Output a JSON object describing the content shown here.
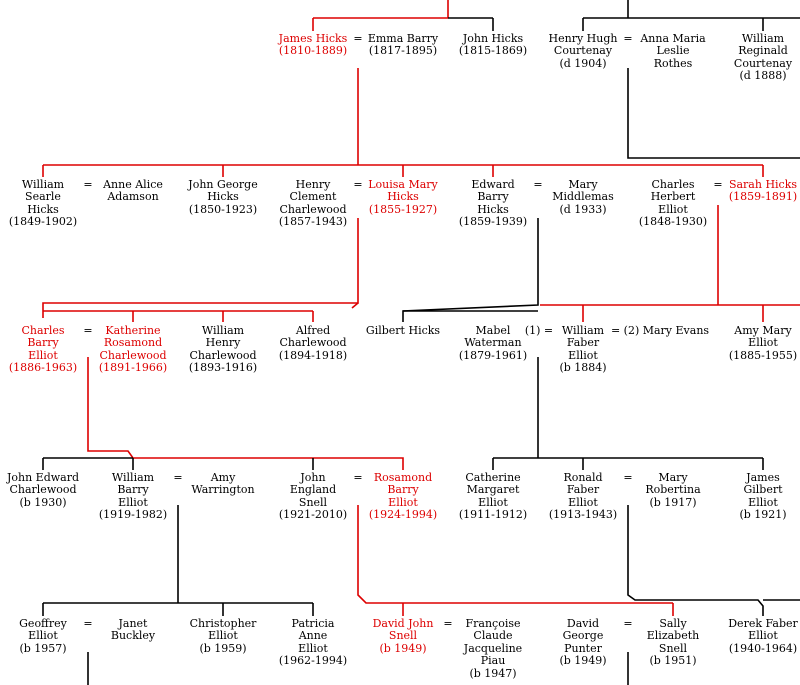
{
  "colors": {
    "ancestor_line": "#dd0000",
    "normal_line": "#000000",
    "ancestor_text": "#dd0000"
  },
  "people": [
    {
      "id": "james-hicks",
      "red": true,
      "lines": [
        "James Hicks",
        "(1810-1889)"
      ]
    },
    {
      "id": "emma-barry",
      "red": false,
      "lines": [
        "Emma Barry",
        "(1817-1895)"
      ]
    },
    {
      "id": "john-hicks",
      "red": false,
      "lines": [
        "John Hicks",
        "(1815-1869)"
      ]
    },
    {
      "id": "henry-hugh-courtenay",
      "red": false,
      "lines": [
        "Henry Hugh",
        "Courtenay",
        "(d 1904)"
      ]
    },
    {
      "id": "anna-maria-leslie-rothes",
      "red": false,
      "lines": [
        "Anna Maria",
        "Leslie",
        "Rothes"
      ]
    },
    {
      "id": "william-reginald-courtenay",
      "red": false,
      "lines": [
        "William",
        "Reginald",
        "Courtenay",
        "(d 1888)"
      ]
    },
    {
      "id": "william-searle-hicks",
      "red": false,
      "lines": [
        "William",
        "Searle",
        "Hicks",
        "(1849-1902)"
      ]
    },
    {
      "id": "anne-alice-adamson",
      "red": false,
      "lines": [
        "Anne Alice",
        "Adamson"
      ]
    },
    {
      "id": "john-george-hicks",
      "red": false,
      "lines": [
        "John George",
        "Hicks",
        "(1850-1923)"
      ]
    },
    {
      "id": "henry-clement-charlewood",
      "red": false,
      "lines": [
        "Henry",
        "Clement",
        "Charlewood",
        "(1857-1943)"
      ]
    },
    {
      "id": "louisa-mary-hicks",
      "red": true,
      "lines": [
        "Louisa Mary",
        "Hicks",
        "(1855-1927)"
      ]
    },
    {
      "id": "edward-barry-hicks",
      "red": false,
      "lines": [
        "Edward",
        "Barry",
        "Hicks",
        "(1859-1939)"
      ]
    },
    {
      "id": "mary-middlemas",
      "red": false,
      "lines": [
        "Mary",
        "Middlemas",
        "(d 1933)"
      ]
    },
    {
      "id": "charles-herbert-elliot",
      "red": false,
      "lines": [
        "Charles",
        "Herbert",
        "Elliot",
        "(1848-1930)"
      ]
    },
    {
      "id": "sarah-hicks",
      "red": true,
      "lines": [
        "Sarah Hicks",
        "(1859-1891)"
      ]
    },
    {
      "id": "charles-barry-elliot",
      "red": true,
      "lines": [
        "Charles",
        "Barry",
        "Elliot",
        "(1886-1963)"
      ]
    },
    {
      "id": "katherine-rosamond-charlewood",
      "red": true,
      "lines": [
        "Katherine",
        "Rosamond",
        "Charlewood",
        "(1891-1966)"
      ]
    },
    {
      "id": "william-henry-charlewood",
      "red": false,
      "lines": [
        "William",
        "Henry",
        "Charlewood",
        "(1893-1916)"
      ]
    },
    {
      "id": "alfred-charlewood",
      "red": false,
      "lines": [
        "Alfred",
        "Charlewood",
        "(1894-1918)"
      ]
    },
    {
      "id": "gilbert-hicks",
      "red": false,
      "lines": [
        "Gilbert Hicks"
      ]
    },
    {
      "id": "mabel-waterman",
      "red": false,
      "lines": [
        "Mabel",
        "Waterman",
        "(1879-1961)"
      ]
    },
    {
      "id": "william-faber-elliot",
      "red": false,
      "lines": [
        "William",
        "Faber",
        "Elliot",
        "(b 1884)"
      ]
    },
    {
      "id": "amy-mary-elliot",
      "red": false,
      "lines": [
        "Amy Mary",
        "Elliot",
        "(1885-1955)"
      ]
    },
    {
      "id": "john-edward-charlewood",
      "red": false,
      "lines": [
        "John Edward",
        "Charlewood",
        "(b 1930)"
      ]
    },
    {
      "id": "william-barry-elliot",
      "red": false,
      "lines": [
        "William",
        "Barry",
        "Elliot",
        "(1919-1982)"
      ]
    },
    {
      "id": "amy-warrington",
      "red": false,
      "lines": [
        "Amy",
        "Warrington"
      ]
    },
    {
      "id": "john-england-snell",
      "red": false,
      "lines": [
        "John",
        "England",
        "Snell",
        "(1921-2010)"
      ]
    },
    {
      "id": "rosamond-barry-elliot",
      "red": true,
      "lines": [
        "Rosamond",
        "Barry",
        "Elliot",
        "(1924-1994)"
      ]
    },
    {
      "id": "catherine-margaret-elliot",
      "red": false,
      "lines": [
        "Catherine",
        "Margaret",
        "Elliot",
        "(1911-1912)"
      ]
    },
    {
      "id": "ronald-faber-elliot",
      "red": false,
      "lines": [
        "Ronald",
        "Faber",
        "Elliot",
        "(1913-1943)"
      ]
    },
    {
      "id": "mary-robertina",
      "red": false,
      "lines": [
        "Mary",
        "Robertina",
        "(b 1917)"
      ]
    },
    {
      "id": "james-gilbert-elliot",
      "red": false,
      "lines": [
        "James",
        "Gilbert",
        "Elliot",
        "(b 1921)"
      ]
    },
    {
      "id": "geoffrey-elliot",
      "red": false,
      "lines": [
        "Geoffrey",
        "Elliot",
        "(b 1957)"
      ]
    },
    {
      "id": "janet-buckley",
      "red": false,
      "lines": [
        "Janet",
        "Buckley"
      ]
    },
    {
      "id": "christopher-elliot",
      "red": false,
      "lines": [
        "Christopher",
        "Elliot",
        "(b 1959)"
      ]
    },
    {
      "id": "patricia-anne-elliot",
      "red": false,
      "lines": [
        "Patricia",
        "Anne",
        "Elliot",
        "(1962-1994)"
      ]
    },
    {
      "id": "david-john-snell",
      "red": true,
      "lines": [
        "David John",
        "Snell",
        "(b 1949)"
      ]
    },
    {
      "id": "francoise-claude-jacqueline-piau",
      "red": false,
      "lines": [
        "Françoise",
        "Claude",
        "Jacqueline",
        "Piau",
        "(b 1947)"
      ]
    },
    {
      "id": "david-george-punter",
      "red": false,
      "lines": [
        "David",
        "George",
        "Punter",
        "(b 1949)"
      ]
    },
    {
      "id": "sally-elizabeth-snell",
      "red": false,
      "lines": [
        "Sally",
        "Elizabeth",
        "Snell",
        "(b 1951)"
      ]
    },
    {
      "id": "derek-faber-elliot",
      "red": false,
      "lines": [
        "Derek Faber",
        "Elliot",
        "(1940-1964)"
      ]
    }
  ],
  "marriage_signs": [
    {
      "id": "james-emma",
      "text": "="
    },
    {
      "id": "henry-anna",
      "text": "="
    },
    {
      "id": "william-anne",
      "text": "="
    },
    {
      "id": "henry-louisa",
      "text": "="
    },
    {
      "id": "edward-mary",
      "text": "="
    },
    {
      "id": "charles-sarah",
      "text": "="
    },
    {
      "id": "charles-katherine",
      "text": "="
    },
    {
      "id": "mabel-william-1",
      "text": "(1) ="
    },
    {
      "id": "william-mary-evans-2",
      "text": "= (2) Mary Evans"
    },
    {
      "id": "william-amy",
      "text": "="
    },
    {
      "id": "john-rosamond",
      "text": "="
    },
    {
      "id": "ronald-mary",
      "text": "="
    },
    {
      "id": "geoffrey-janet",
      "text": "="
    },
    {
      "id": "david-francoise",
      "text": "="
    },
    {
      "id": "david-sally",
      "text": "="
    }
  ]
}
